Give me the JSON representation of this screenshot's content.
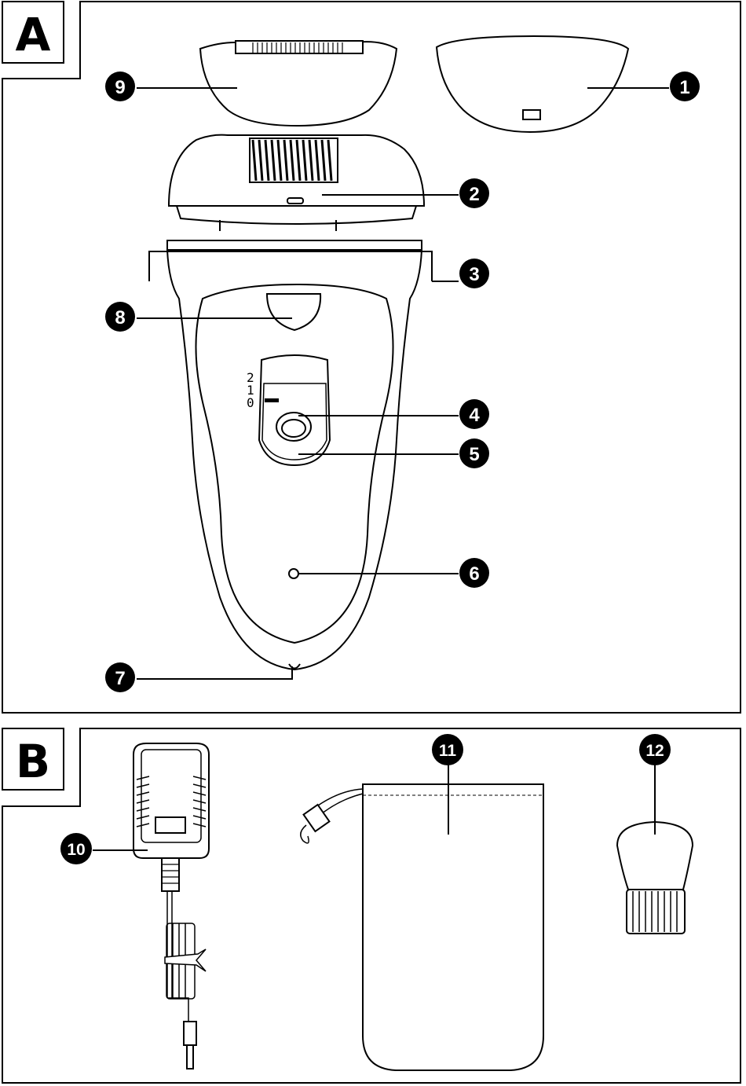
{
  "panels": {
    "a": {
      "label": "A"
    },
    "b": {
      "label": "B"
    }
  },
  "callouts": {
    "c1": "1",
    "c2": "2",
    "c3": "3",
    "c4": "4",
    "c5": "5",
    "c6": "6",
    "c7": "7",
    "c8": "8",
    "c9": "9",
    "c10": "10",
    "c11": "11",
    "c12": "12"
  },
  "switch_scale": [
    "2",
    "1",
    "0"
  ],
  "colors": {
    "line": "#000000",
    "background": "#ffffff"
  }
}
